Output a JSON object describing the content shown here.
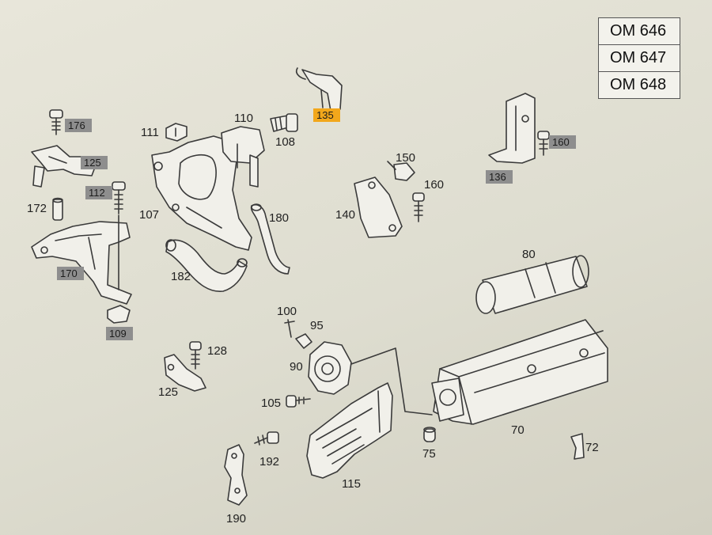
{
  "engine_variants": [
    "OM 646",
    "OM 647",
    "OM 648"
  ],
  "parts": [
    {
      "id": "p135",
      "label": "135",
      "tag": "orange"
    },
    {
      "id": "p176",
      "label": "176",
      "tag": "gray"
    },
    {
      "id": "p111",
      "label": "111",
      "tag": "none"
    },
    {
      "id": "p110",
      "label": "110",
      "tag": "none"
    },
    {
      "id": "p108",
      "label": "108",
      "tag": "none"
    },
    {
      "id": "p125a",
      "label": "125",
      "tag": "gray"
    },
    {
      "id": "p112",
      "label": "112",
      "tag": "gray"
    },
    {
      "id": "p172",
      "label": "172",
      "tag": "none"
    },
    {
      "id": "p107",
      "label": "107",
      "tag": "none"
    },
    {
      "id": "p180",
      "label": "180",
      "tag": "none"
    },
    {
      "id": "p170",
      "label": "170",
      "tag": "gray"
    },
    {
      "id": "p182",
      "label": "182",
      "tag": "none"
    },
    {
      "id": "p109",
      "label": "109",
      "tag": "gray"
    },
    {
      "id": "p150",
      "label": "150",
      "tag": "none"
    },
    {
      "id": "p160a",
      "label": "160",
      "tag": "none"
    },
    {
      "id": "p140",
      "label": "140",
      "tag": "none"
    },
    {
      "id": "p160b",
      "label": "160",
      "tag": "gray"
    },
    {
      "id": "p136",
      "label": "136",
      "tag": "gray"
    },
    {
      "id": "p80",
      "label": "80",
      "tag": "none"
    },
    {
      "id": "p100",
      "label": "100",
      "tag": "none"
    },
    {
      "id": "p95",
      "label": "95",
      "tag": "none"
    },
    {
      "id": "p90",
      "label": "90",
      "tag": "none"
    },
    {
      "id": "p128",
      "label": "128",
      "tag": "none"
    },
    {
      "id": "p125b",
      "label": "125",
      "tag": "none"
    },
    {
      "id": "p105",
      "label": "105",
      "tag": "none"
    },
    {
      "id": "p70",
      "label": "70",
      "tag": "none"
    },
    {
      "id": "p75",
      "label": "75",
      "tag": "none"
    },
    {
      "id": "p72",
      "label": "72",
      "tag": "none"
    },
    {
      "id": "p192",
      "label": "192",
      "tag": "none"
    },
    {
      "id": "p115",
      "label": "115",
      "tag": "none"
    },
    {
      "id": "p190",
      "label": "190",
      "tag": "none"
    }
  ],
  "colors": {
    "tag_gray": "#8e8e8e",
    "tag_orange": "#f2a71b",
    "line": "#3a3a3a"
  }
}
